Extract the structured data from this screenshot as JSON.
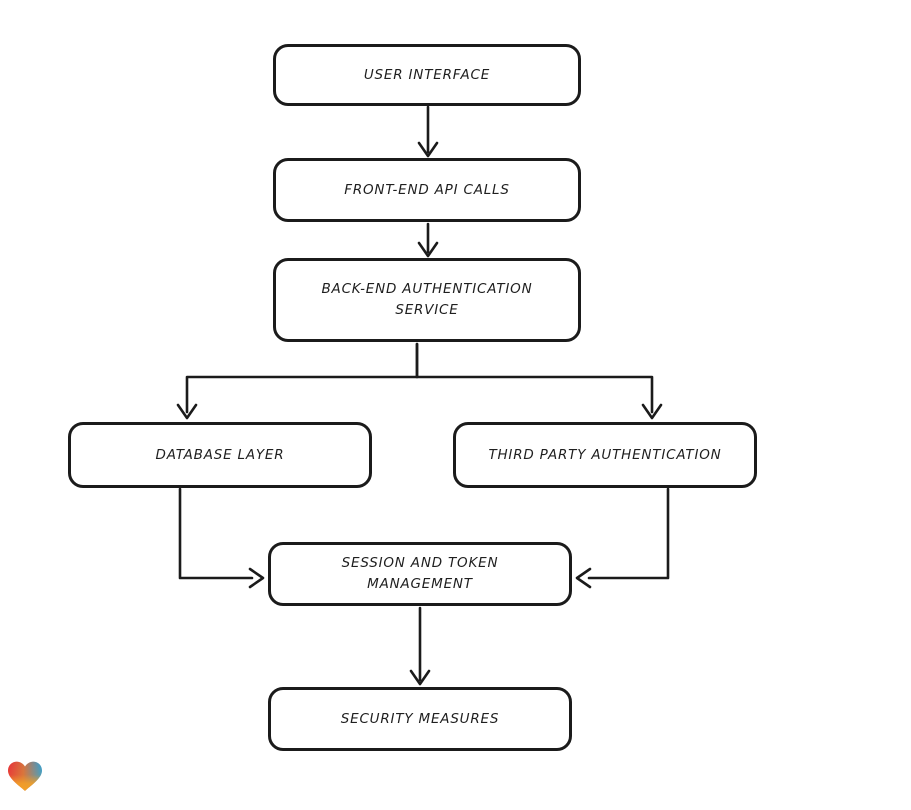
{
  "diagram": {
    "nodes": [
      {
        "id": "user-interface",
        "label": "USER INTERFACE"
      },
      {
        "id": "front-end-api-calls",
        "label": "FRONT-END API CALLS"
      },
      {
        "id": "back-end-authentication-service",
        "label": "BACK-END AUTHENTICATION SERVICE"
      },
      {
        "id": "database-layer",
        "label": "DATABASE LAYER"
      },
      {
        "id": "third-party-authentication",
        "label": "THIRD PARTY AUTHENTICATION"
      },
      {
        "id": "session-and-token-management",
        "label": "SESSION AND TOKEN MANAGEMENT"
      },
      {
        "id": "security-measures",
        "label": "SECURITY MEASURES"
      }
    ],
    "edges": [
      {
        "from": "user-interface",
        "to": "front-end-api-calls"
      },
      {
        "from": "front-end-api-calls",
        "to": "back-end-authentication-service"
      },
      {
        "from": "back-end-authentication-service",
        "to": "database-layer"
      },
      {
        "from": "back-end-authentication-service",
        "to": "third-party-authentication"
      },
      {
        "from": "database-layer",
        "to": "session-and-token-management"
      },
      {
        "from": "third-party-authentication",
        "to": "session-and-token-management"
      },
      {
        "from": "session-and-token-management",
        "to": "security-measures"
      }
    ],
    "style": {
      "stroke_color": "#1b1b1b",
      "node_fill": "#ffffff",
      "background": "#ffffff"
    }
  },
  "branding": {
    "logo": "gradient-heart-icon",
    "logo_colors": {
      "red": "#e6303a",
      "blue": "#2f9fd6",
      "orange": "#f2a028"
    }
  }
}
